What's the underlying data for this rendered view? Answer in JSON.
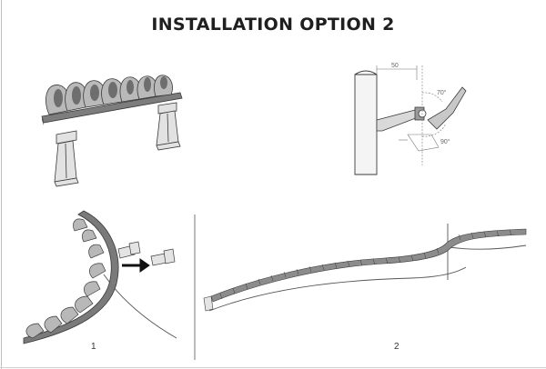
{
  "title": "INSTALLATION OPTION 2",
  "steps": [
    {
      "number": "1"
    },
    {
      "number": "2"
    }
  ],
  "dimensions": {
    "offset": "50",
    "angle_top": "70°",
    "angle_bottom": "90°"
  },
  "colors": {
    "ink": "#3a3a3a",
    "fill_dark": "#8a8a8a",
    "fill_mid": "#b5b5b5",
    "fill_light": "#dedede",
    "arrow": "#111111"
  }
}
